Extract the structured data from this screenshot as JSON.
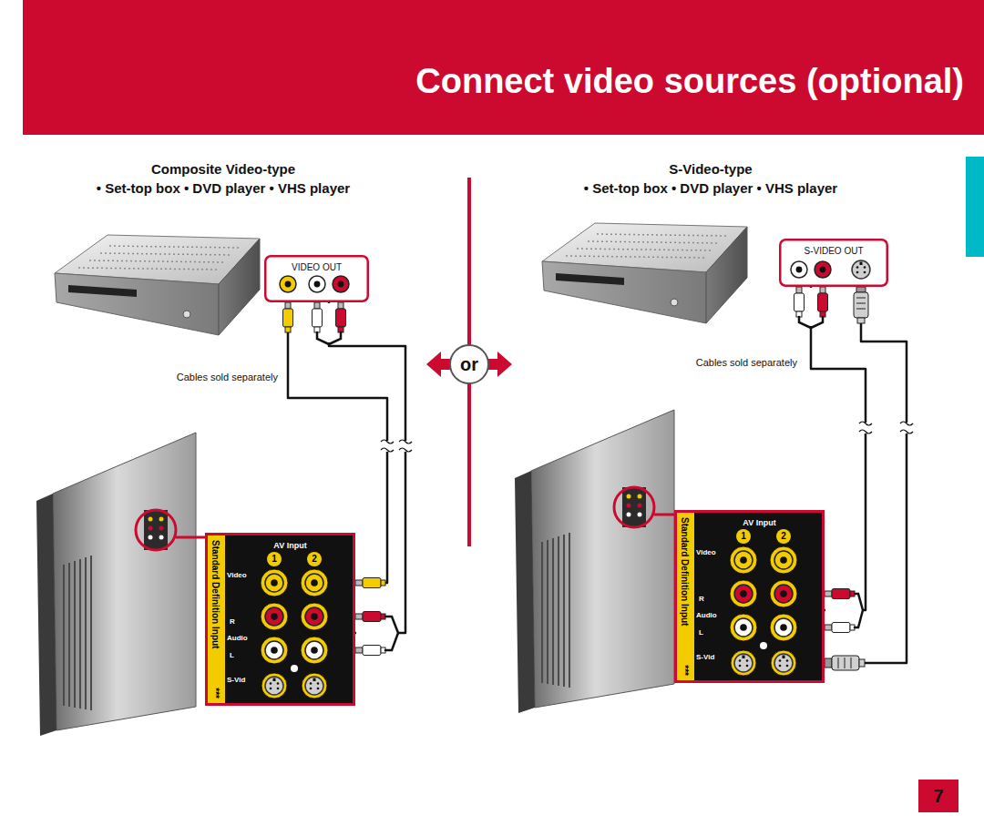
{
  "diagram": {
    "title": "Connect video sources (optional)",
    "nodes": [
      {
        "text": [
          "VIDEO OUT"
        ]
      },
      {
        "text": [
          "or"
        ]
      },
      {
        "text": [
          "S-VIDEO OUT"
        ]
      },
      {
        "text": [
          "AV Input",
          "1",
          "2",
          "Video",
          "R",
          "Audio",
          "L",
          "S-Vid",
          "Standard Definition Input",
          "***"
        ]
      },
      {
        "text": [
          "AV Input",
          "1",
          "2",
          "Video",
          "R",
          "Audio",
          "L",
          "S-Vid",
          "Standard Definition Input",
          "***"
        ]
      },
      {
        "text": [
          "7"
        ]
      }
    ],
    "edges": [
      {
        "from": 0,
        "to": 3,
        "arrow": "none"
      },
      {
        "from": 0,
        "to": 3,
        "arrow": "none"
      },
      {
        "from": 2,
        "to": 4,
        "arrow": "none"
      },
      {
        "from": 2,
        "to": 4,
        "arrow": "none"
      }
    ],
    "labels": [
      "Composite Video-type",
      "• Set-top box • DVD player • VHS player",
      "S-Video-type",
      "• Set-top box • DVD player • VHS player",
      "Cables sold separately",
      "Cables sold separately"
    ]
  }
}
